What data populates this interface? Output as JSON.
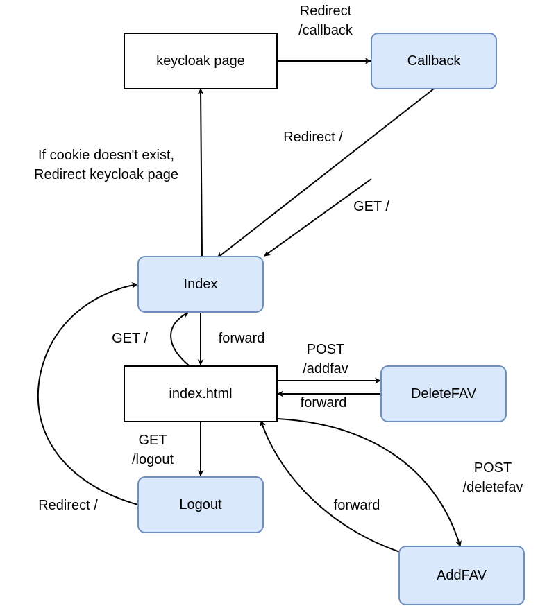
{
  "colors": {
    "node_fill": "#dae8fc",
    "node_stroke": "#6c8ebf",
    "plain_fill": "#ffffff",
    "edge": "#000000"
  },
  "nodes": {
    "keycloak_page": "keycloak page",
    "callback": "Callback",
    "index": "Index",
    "index_html": "index.html",
    "deletefav": "DeleteFAV",
    "logout": "Logout",
    "addfav": "AddFAV"
  },
  "edge_labels": {
    "redirect_callback": [
      "Redirect",
      "/callback"
    ],
    "redirect_root": "Redirect  /",
    "cookie_redirect": [
      "If cookie doesn't exist,",
      "Redirect keycloak page"
    ],
    "get_root_external": "GET  /",
    "get_root_loop": "GET  /",
    "forward_to_html": "forward",
    "post_addfav": [
      "POST",
      "/addfav"
    ],
    "forward_from_deletefav": "forward",
    "get_logout": [
      "GET",
      "/logout"
    ],
    "post_deletefav": [
      "POST",
      "/deletefav"
    ],
    "forward_from_addfav": "forward",
    "redirect_from_logout": "Redirect /"
  }
}
